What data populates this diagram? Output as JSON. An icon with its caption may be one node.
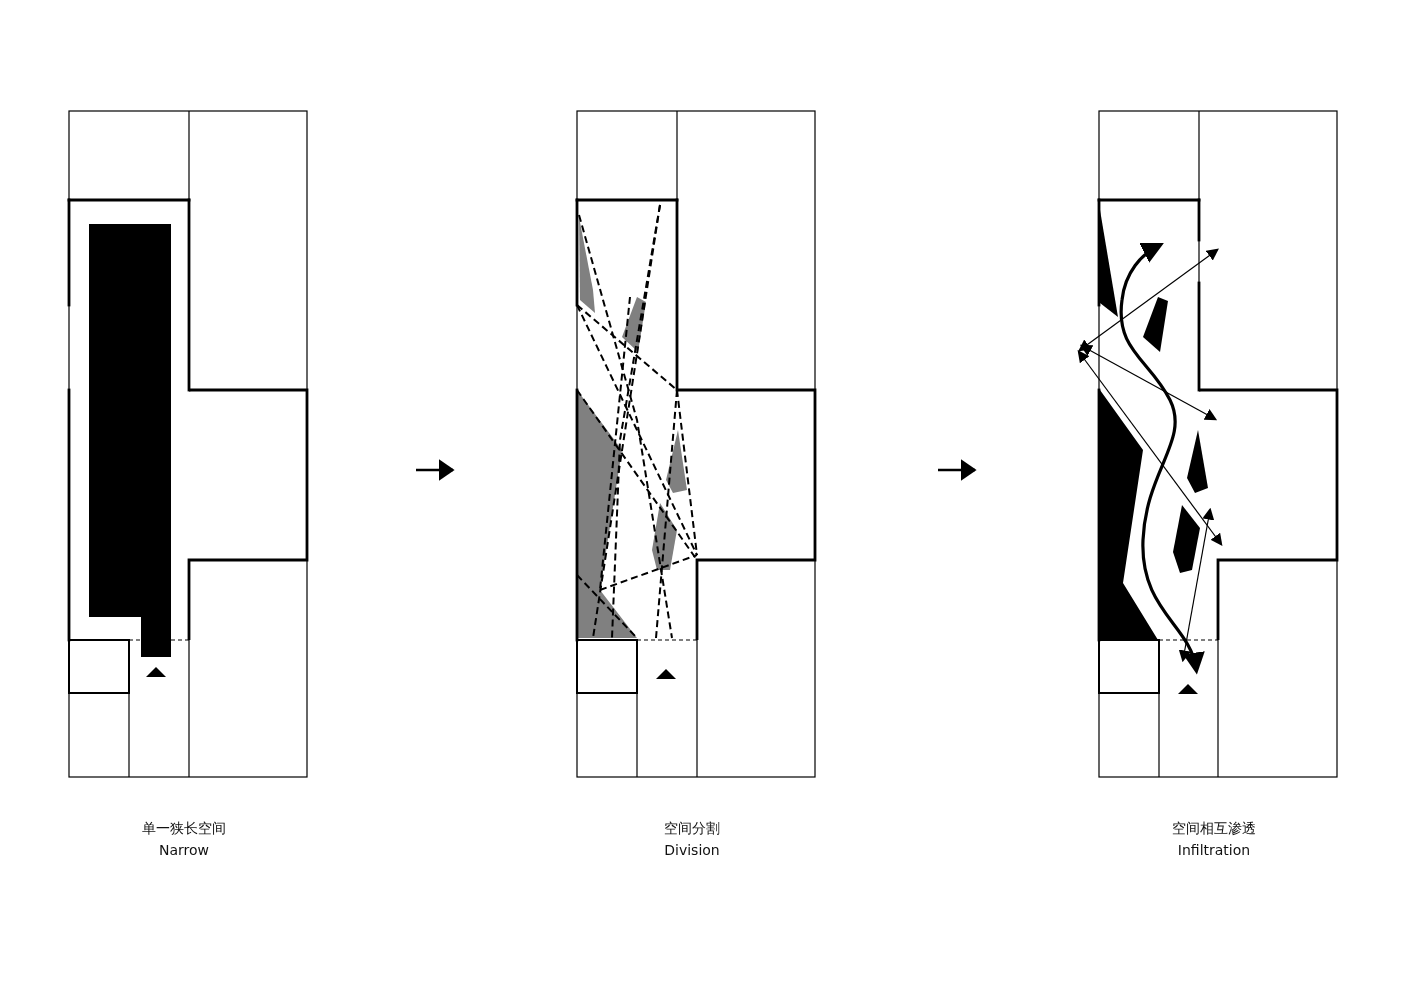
{
  "diagram": {
    "labels": [
      "单一狭长空间",
      "Narrow",
      "空间分割",
      "Division",
      "空间相互渗透",
      "Infiltration"
    ]
  }
}
